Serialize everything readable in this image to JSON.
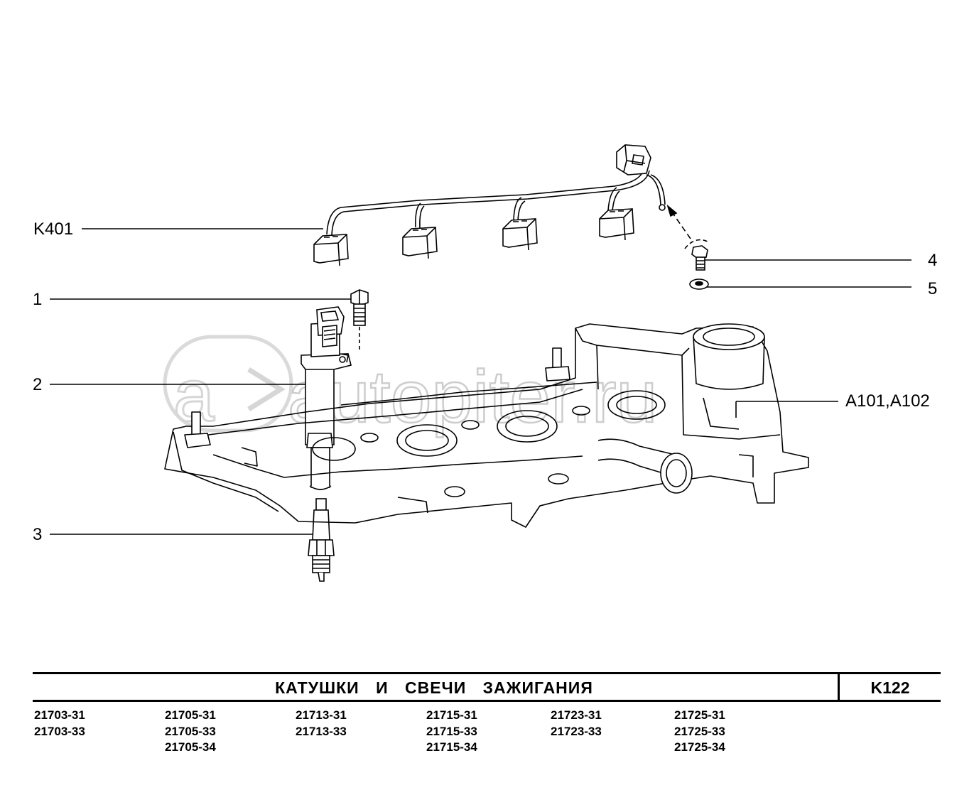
{
  "callouts": {
    "k401": "K401",
    "c1": "1",
    "c2": "2",
    "c3": "3",
    "c4": "4",
    "c5": "5",
    "a101": "A101,A102"
  },
  "watermark": "autopiter.ru",
  "title": "КАТУШКИ   И   СВЕЧИ   ЗАЖИГАНИЯ",
  "page_code": "K122",
  "models": [
    [
      "21703-31",
      "21703-33"
    ],
    [
      "21705-31",
      "21705-33",
      "21705-34"
    ],
    [
      "21713-31",
      "21713-33"
    ],
    [
      "21715-31",
      "21715-33",
      "21715-34"
    ],
    [
      "21723-31",
      "21723-33"
    ],
    [
      "21725-31",
      "21725-33",
      "21725-34"
    ]
  ],
  "colors": {
    "line": "#000000",
    "watermark": "#c8c8c8",
    "background": "#ffffff"
  }
}
